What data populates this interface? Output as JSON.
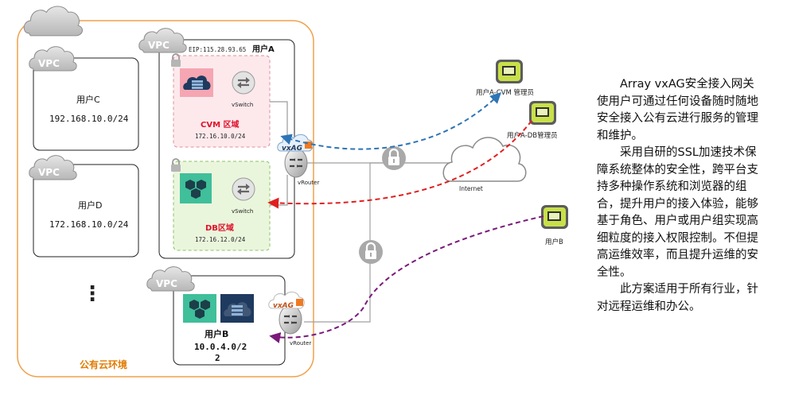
{
  "cloud_env_label": "公有云环境",
  "vpc_label": "VPC",
  "user_c": {
    "name": "用户C",
    "cidr": "192.168.10.0/24"
  },
  "user_d": {
    "name": "用户D",
    "cidr": "172.168.10.0/24"
  },
  "ellipsis": "⋮",
  "user_a": {
    "eip": "EIP:115.28.93.65",
    "name": "用户A",
    "cvm_zone": "CVM 区域",
    "cvm_cidr": "172.16.10.0/24",
    "db_zone": "DB区域",
    "db_cidr": "172.16.12.0/24",
    "vswitch": "vSwitch",
    "vrouter": "vRouter"
  },
  "user_b": {
    "name": "用户B",
    "cidr_line1": "10.0.4.0/2",
    "cidr_line2": "2",
    "vrouter": "vRouter"
  },
  "vxag": "vxAG",
  "internet": "Internet",
  "admins": {
    "cvm_admin": "用户A-CVM 管理员",
    "db_admin": "用户A-DB管理员",
    "user_b": "用户B"
  },
  "description": [
    "Array vxAG安全接入网关使用户可通过任何设备随时随地安全接入公有云进行服务的管理和维护。",
    "采用自研的SSL加速技术保障系统整体的安全性，跨平台支持多种操作系统和浏览器的组合，提升用户的接入体验，能够基于角色、用户或用户组实现高细粒度的接入权限控制。不但提高运维效率，而且提升运维的安全性。",
    "此方案适用于所有行业，针对远程运维和办公。"
  ],
  "colors": {
    "cloud_env_border": "#f0a04a",
    "cloud_env_label": "#e07b00",
    "cvm_zone_fill": "#fde9ec",
    "cvm_zone_border": "#e08f9c",
    "db_zone_fill": "#eaf6dc",
    "db_zone_border": "#8cc36a",
    "zone_title": "#e0102a",
    "arrow_cvm": "#2e75b6",
    "arrow_db": "#e02020",
    "arrow_user_b": "#7a1a7a",
    "icon_lime": "#c9e04a"
  }
}
